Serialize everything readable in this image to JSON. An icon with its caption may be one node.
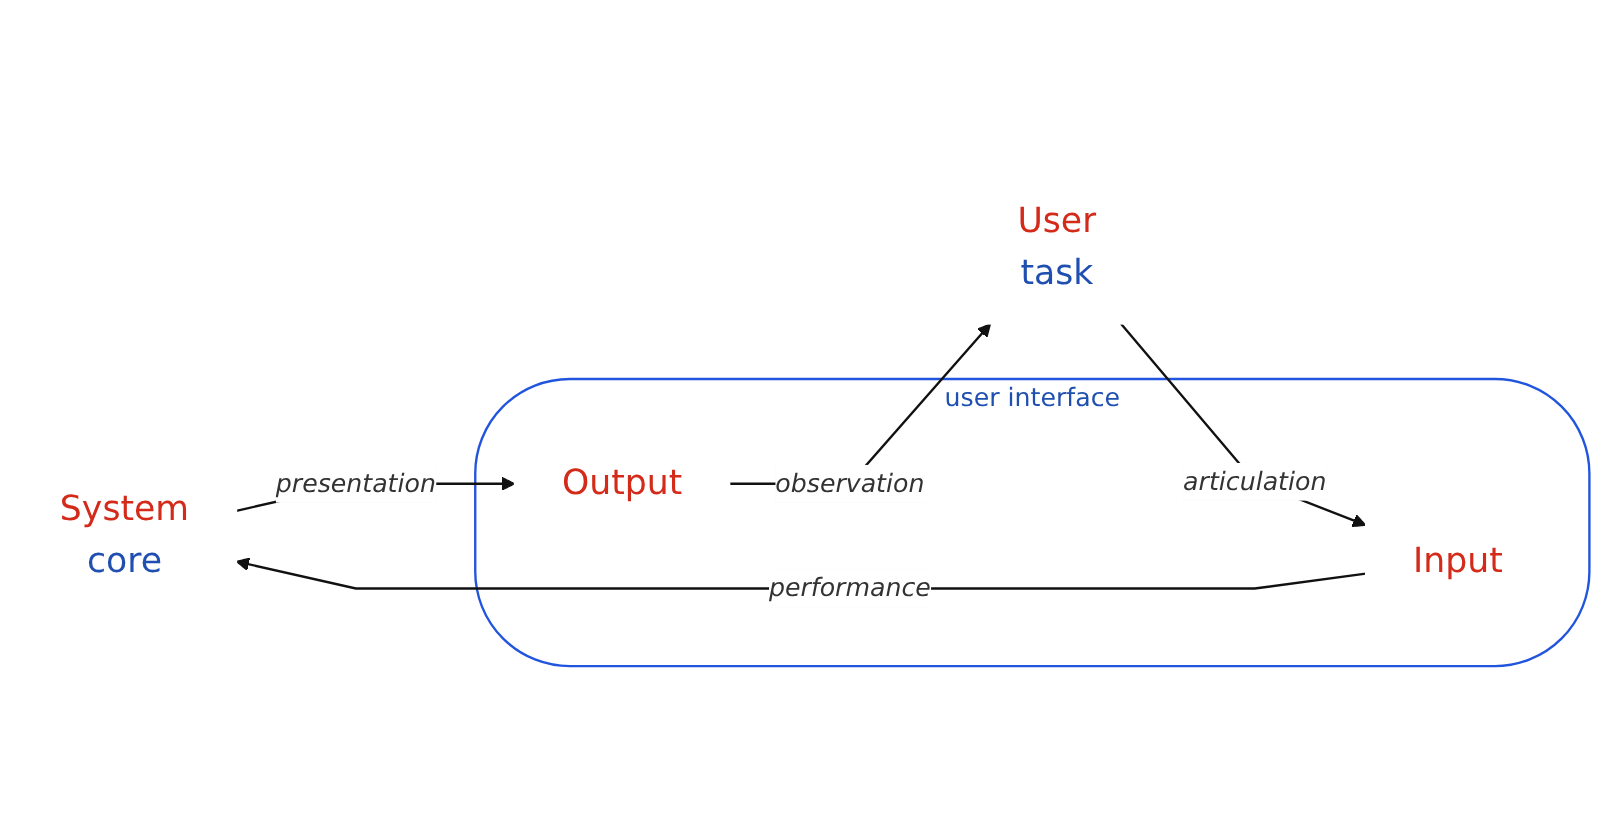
{
  "diagram": {
    "nodes": [
      {
        "text": [
          "System",
          "core"
        ]
      },
      {
        "text": [
          "user interface"
        ]
      },
      {
        "text": [
          "Input"
        ],
        "in": 1
      },
      {
        "text": [
          "Output"
        ],
        "in": 1
      },
      {
        "text": [
          "User",
          "task"
        ]
      }
    ],
    "edges": [
      {
        "from": 4,
        "to": 2,
        "arrow": "to",
        "label": "articulation"
      },
      {
        "from": 2,
        "to": 0,
        "arrow": "to",
        "label": "performance"
      },
      {
        "from": 0,
        "to": 3,
        "arrow": "to",
        "label": "presentation"
      },
      {
        "from": 3,
        "to": 4,
        "arrow": "to",
        "label": "observation"
      }
    ]
  }
}
